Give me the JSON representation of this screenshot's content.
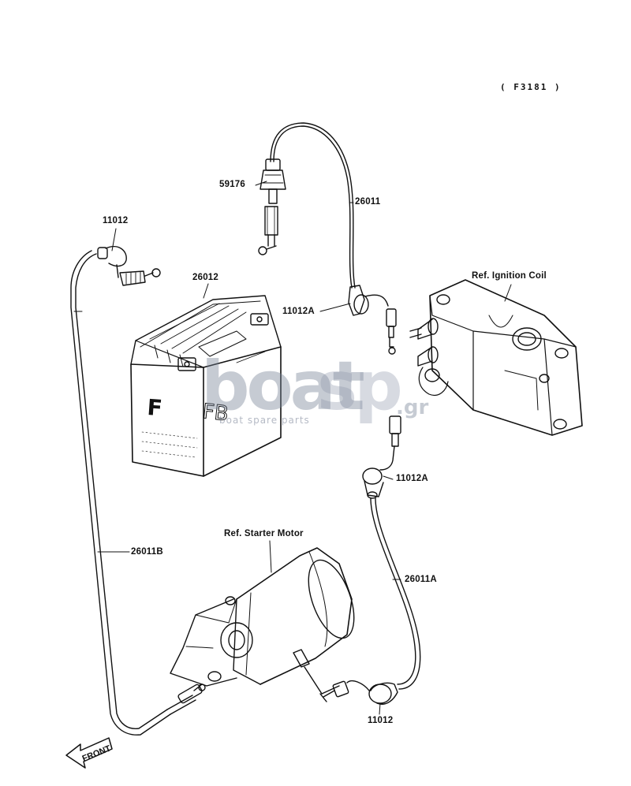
{
  "diagram_code": "( F3181 )",
  "parts": {
    "p59176": "59176",
    "p26011": "26011",
    "p11012_top": "11012",
    "p26012": "26012",
    "p11012A_top": "11012A",
    "ref_ignition_coil": "Ref. Ignition Coil",
    "p11012A_mid": "11012A",
    "p26011B": "26011B",
    "p26011A": "26011A",
    "ref_starter_motor": "Ref. Starter Motor",
    "p11012_bottom": "11012"
  },
  "front_label": "FRONT",
  "watermark": {
    "brand_left": "boat",
    "brand_right": "sp",
    "suffix": ".gr",
    "tagline": "boat spare parts"
  }
}
